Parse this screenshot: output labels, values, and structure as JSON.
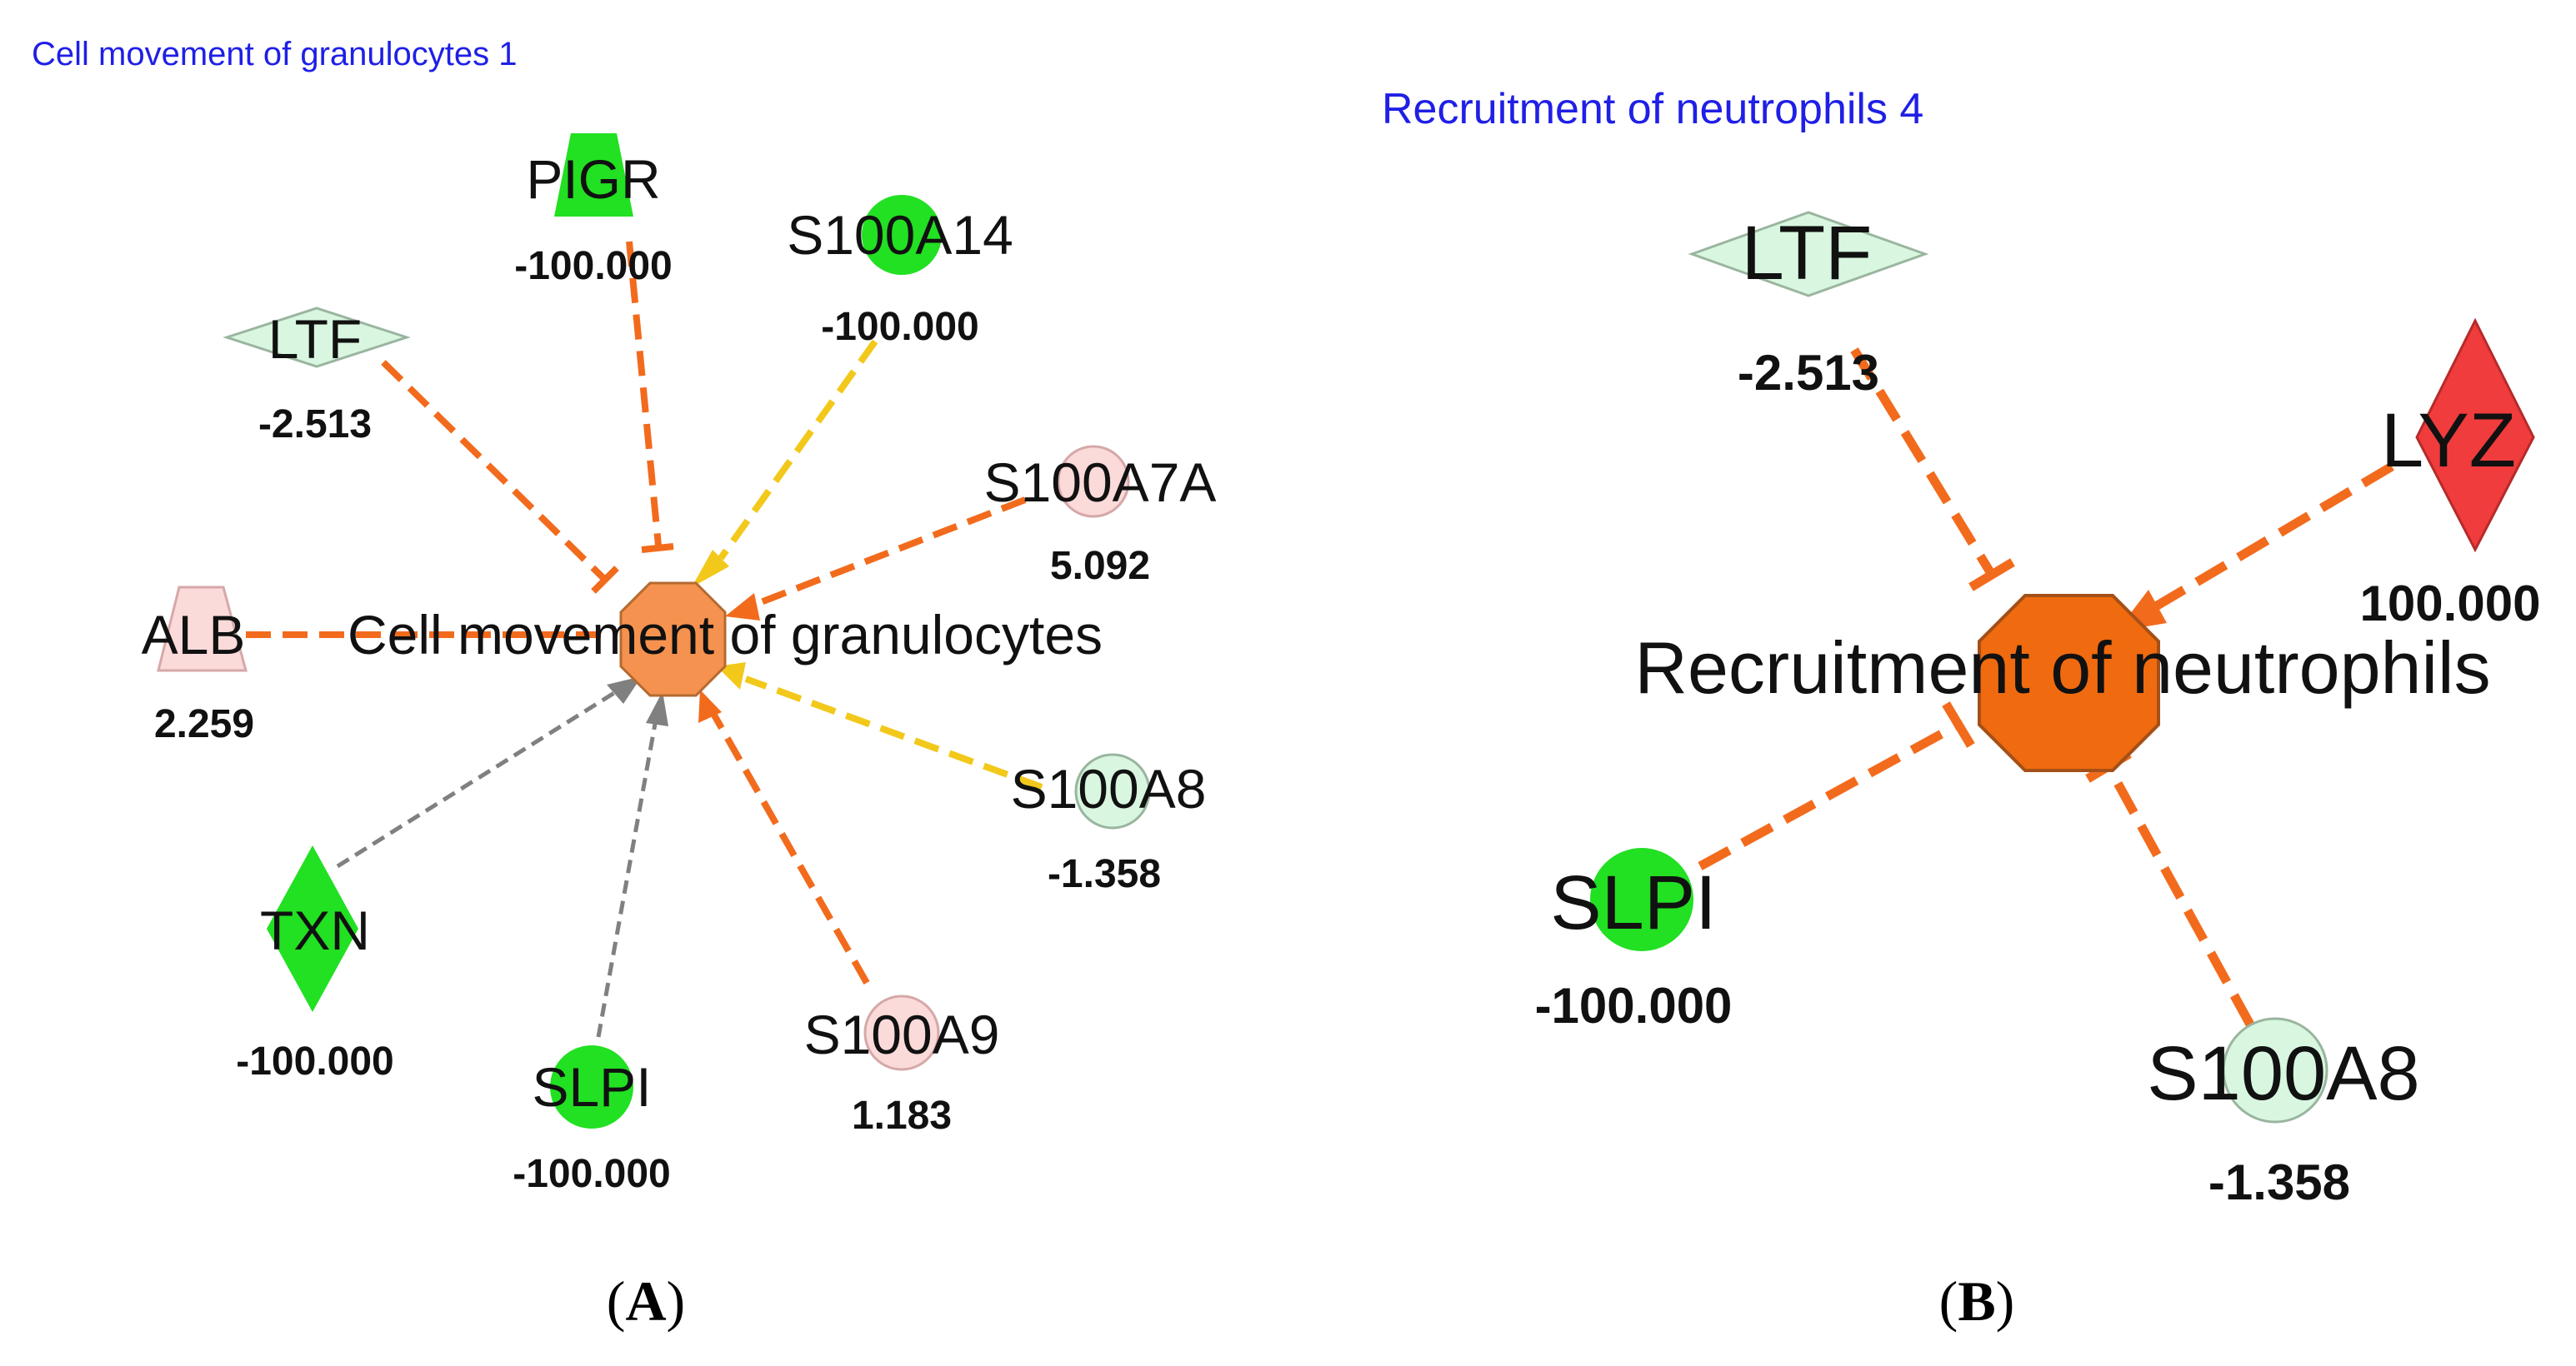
{
  "colors": {
    "title_blue": "#1f1fe6",
    "arrow_orange": "#f26b1d",
    "arrow_yellow": "#f2c81a",
    "arrow_gray": "#808080",
    "node_green": "#22e022",
    "node_light_green": "#d9f7e0",
    "node_light_pink": "#fbdada",
    "node_red": "#f03c3c",
    "center_orange_a": "#f5924f",
    "center_orange_b": "#f06a10"
  },
  "panel_a": {
    "title": "Cell movement of granulocytes 1",
    "center_label": "Cell movement of granulocytes",
    "caption_open": "(",
    "caption_letter": "A",
    "caption_close": ")",
    "nodes": [
      {
        "id": "pigr",
        "name": "PIGR",
        "value": "-100.000",
        "shape": "trapezoid",
        "color": "green",
        "edge": "inhibit",
        "edge_color": "orange"
      },
      {
        "id": "s100a14",
        "name": "S100A14",
        "value": "-100.000",
        "shape": "circle",
        "color": "green",
        "edge": "arrow",
        "edge_color": "yellow"
      },
      {
        "id": "ltf",
        "name": "LTF",
        "value": "-2.513",
        "shape": "diamond",
        "color": "light_green",
        "edge": "inhibit",
        "edge_color": "orange"
      },
      {
        "id": "s100a7a",
        "name": "S100A7A",
        "value": "5.092",
        "shape": "circle",
        "color": "light_pink",
        "edge": "arrow",
        "edge_color": "orange"
      },
      {
        "id": "alb",
        "name": "ALB",
        "value": "2.259",
        "shape": "trapezoid",
        "color": "light_pink",
        "edge": "line",
        "edge_color": "orange"
      },
      {
        "id": "s100a8",
        "name": "S100A8",
        "value": "-1.358",
        "shape": "circle",
        "color": "light_green",
        "edge": "arrow",
        "edge_color": "yellow"
      },
      {
        "id": "txn",
        "name": "TXN",
        "value": "-100.000",
        "shape": "diamond",
        "color": "green",
        "edge": "arrow",
        "edge_color": "gray"
      },
      {
        "id": "slpi",
        "name": "SLPI",
        "value": "-100.000",
        "shape": "circle",
        "color": "green",
        "edge": "arrow",
        "edge_color": "gray"
      },
      {
        "id": "s100a9",
        "name": "S100A9",
        "value": "1.183",
        "shape": "circle",
        "color": "light_pink",
        "edge": "arrow",
        "edge_color": "orange"
      }
    ]
  },
  "panel_b": {
    "title": "Recruitment of neutrophils 4",
    "center_label": "Recruitment of neutrophils",
    "caption_open": "(",
    "caption_letter": "B",
    "caption_close": ")",
    "nodes": [
      {
        "id": "ltf",
        "name": "LTF",
        "value": "-2.513",
        "shape": "diamond",
        "color": "light_green",
        "edge": "inhibit",
        "edge_color": "orange"
      },
      {
        "id": "lyz",
        "name": "LYZ",
        "value": "100.000",
        "shape": "diamond",
        "color": "red",
        "edge": "arrow",
        "edge_color": "orange"
      },
      {
        "id": "slpi",
        "name": "SLPI",
        "value": "-100.000",
        "shape": "circle",
        "color": "green",
        "edge": "inhibit",
        "edge_color": "orange"
      },
      {
        "id": "s100a8",
        "name": "S100A8",
        "value": "-1.358",
        "shape": "circle",
        "color": "light_green",
        "edge": "inhibit",
        "edge_color": "orange"
      }
    ]
  }
}
